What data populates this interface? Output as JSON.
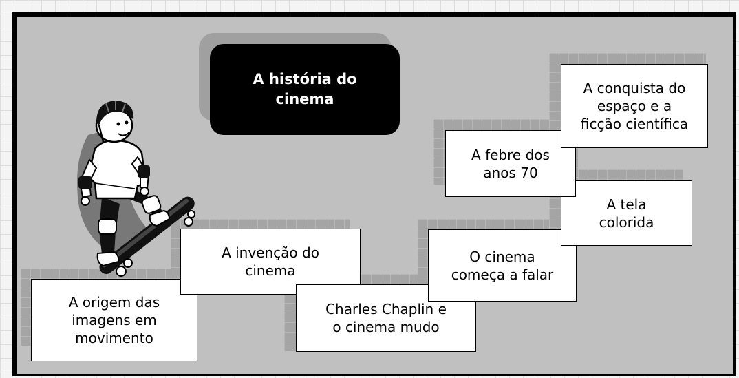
{
  "title": "A história do\ncinema",
  "topics": [
    {
      "id": "origem",
      "label": "A origem das\nimagens em\nmovimento"
    },
    {
      "id": "invencao",
      "label": "A invenção do\ncinema"
    },
    {
      "id": "chaplin",
      "label": "Charles Chaplin e\no cinema mudo"
    },
    {
      "id": "falar",
      "label": "O cinema\ncomeça a falar"
    },
    {
      "id": "colorida",
      "label": "A tela\ncolorida"
    },
    {
      "id": "anos70",
      "label": "A febre dos\nanos 70"
    },
    {
      "id": "espaco",
      "label": "A conquista do\nespaço e a\nficção científica"
    }
  ],
  "illustration": {
    "icon": "skateboarder-icon"
  }
}
